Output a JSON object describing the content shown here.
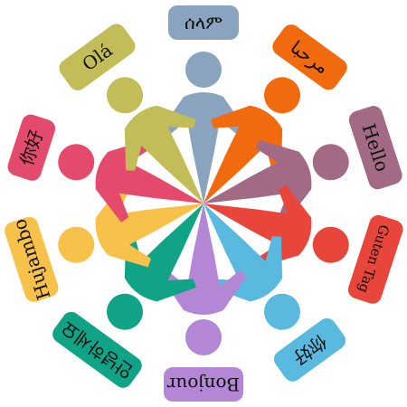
{
  "image": {
    "description_type": "illustration",
    "greetings": [
      {
        "text": "ሰላም",
        "color": "#8aa3bf"
      },
      {
        "text": "مرحبا",
        "color": "#f26a0e"
      },
      {
        "text": "Hello",
        "color": "#a36a85"
      },
      {
        "text": "Guten Tag",
        "color": "#e8463a"
      },
      {
        "text": "你好",
        "color": "#5ab9df"
      },
      {
        "text": "Bonjour",
        "color": "#b387d6"
      },
      {
        "text": "안녕하세요",
        "color": "#11a386"
      },
      {
        "text": "Hujambo",
        "color": "#f8c24a"
      },
      {
        "text": "你好",
        "color": "#e44a6c"
      },
      {
        "text": "Olá",
        "color": "#c2bd58"
      }
    ]
  }
}
